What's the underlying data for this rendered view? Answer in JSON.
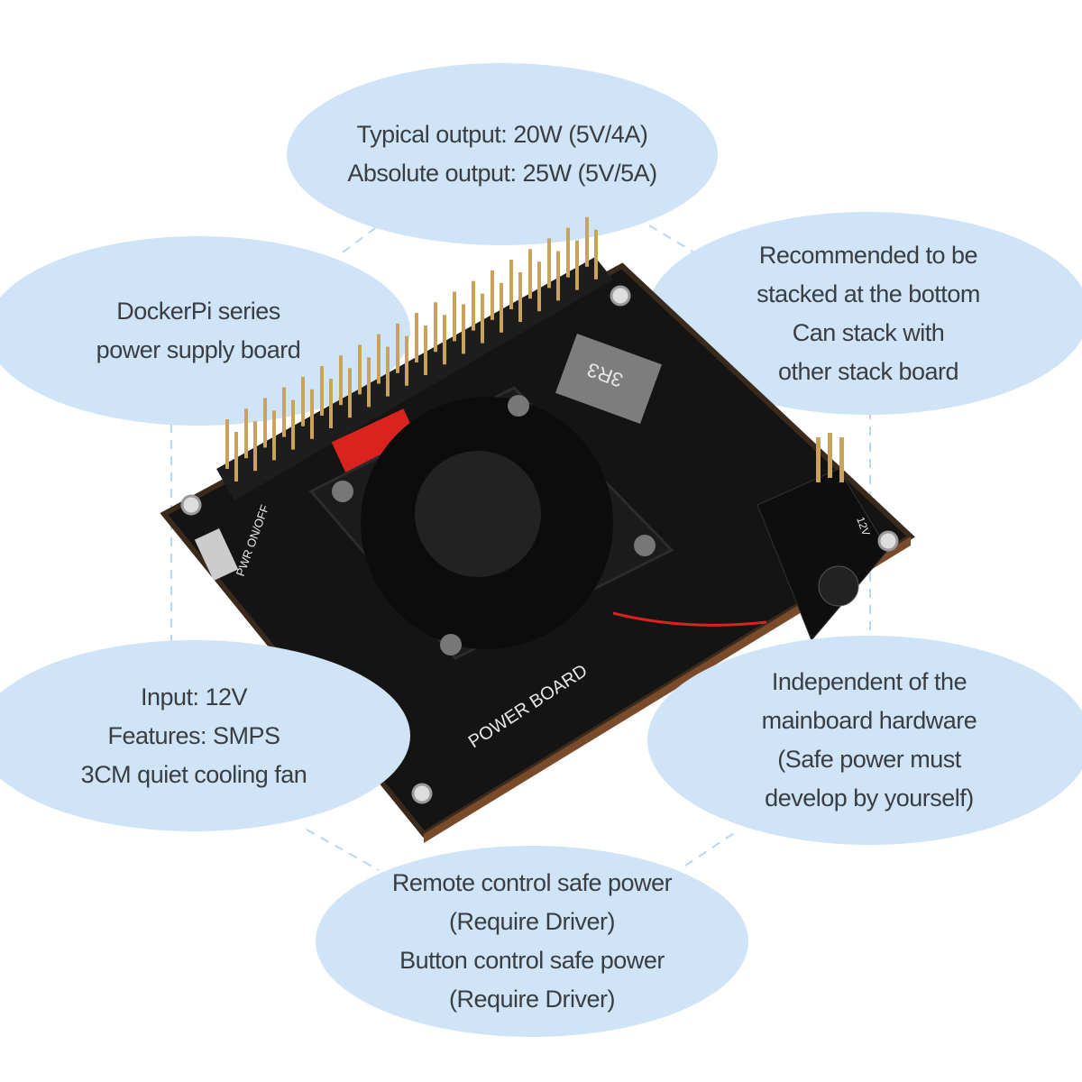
{
  "callouts": {
    "output": [
      "Typical output: 20W (5V/4A)",
      "Absolute output: 25W (5V/5A)"
    ],
    "series": [
      "DockerPi series",
      "power supply board"
    ],
    "stacking": [
      "Recommended to be",
      "stacked at the bottom",
      "Can stack with",
      "other stack board"
    ],
    "input": [
      "Input: 12V",
      "Features: SMPS",
      "3CM quiet cooling fan"
    ],
    "independent": [
      "Independent of the",
      "mainboard hardware",
      "(Safe power must",
      "develop by yourself)"
    ],
    "control": [
      "Remote control safe power",
      "(Require Driver)",
      "Button control safe power",
      "(Require Driver)"
    ]
  },
  "board": {
    "silkscreen_title": "POWER BOARD",
    "switch_label": "PWR ON/OFF",
    "inductor_marking": "3R3",
    "dc_label": "12V"
  },
  "colors": {
    "bubble": "#cfe4f7",
    "text": "#3a3d42",
    "board": "#141414",
    "wire_red": "#d8231f",
    "dash": "#b9d6f0"
  }
}
